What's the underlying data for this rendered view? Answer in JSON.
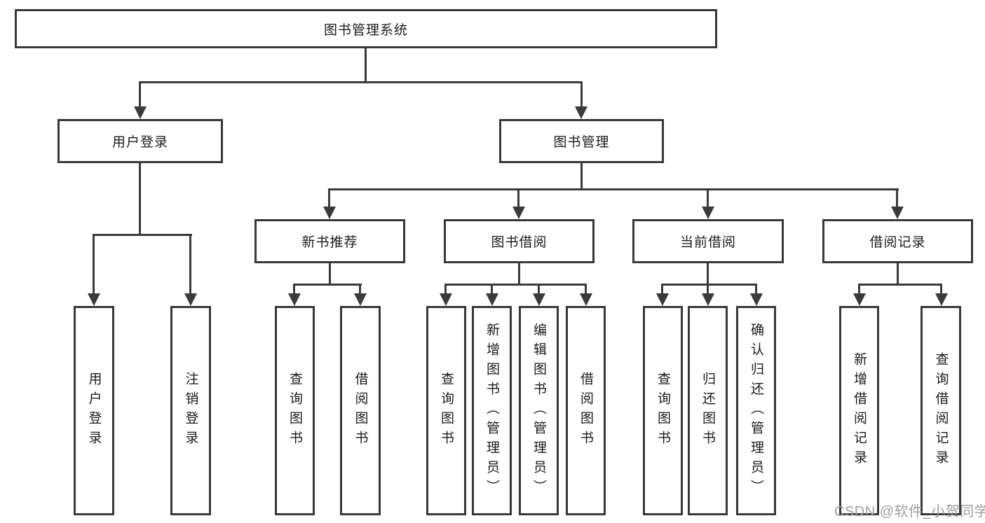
{
  "colors": {
    "background": "#ffffff",
    "line": "#3a3a3a",
    "box_border": "#383838",
    "text": "#1b1b1b",
    "watermark": "#9c9ca4"
  },
  "watermark": {
    "text": "CSDN @软件_小贺同学"
  },
  "tree": {
    "label": "图书管理系统",
    "children": [
      {
        "label": "用户登录",
        "children": [
          {
            "label": "用户登录"
          },
          {
            "label": "注销登录"
          }
        ]
      },
      {
        "label": "图书管理",
        "children": [
          {
            "label": "新书推荐",
            "children": [
              {
                "label": "查询图书"
              },
              {
                "label": "借阅图书"
              }
            ]
          },
          {
            "label": "图书借阅",
            "children": [
              {
                "label": "查询图书"
              },
              {
                "label": "新增图书（管理员）"
              },
              {
                "label": "编辑图书（管理员）"
              },
              {
                "label": "借阅图书"
              }
            ]
          },
          {
            "label": "当前借阅",
            "children": [
              {
                "label": "查询图书"
              },
              {
                "label": "归还图书"
              },
              {
                "label": "确认归还（管理员）"
              }
            ]
          },
          {
            "label": "借阅记录",
            "children": [
              {
                "label": "新增借阅记录"
              },
              {
                "label": "查询借阅记录"
              }
            ]
          }
        ]
      }
    ]
  }
}
